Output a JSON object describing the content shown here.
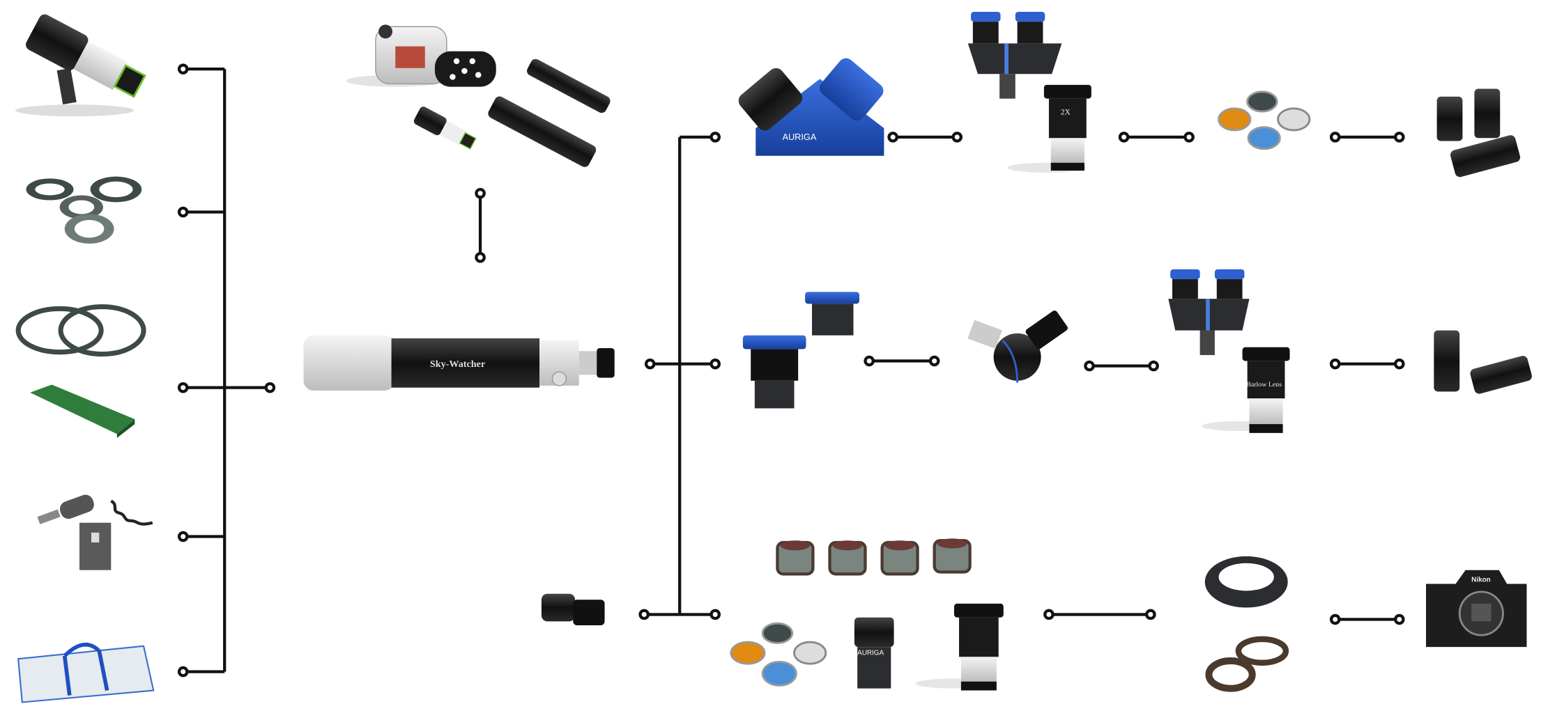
{
  "logos": {
    "sky_watcher": "Sky-Watcher",
    "auriga": "AURIGA",
    "barlow_2x": "2X",
    "barlow_label": "Barlow Lens",
    "nikon": "Nikon"
  },
  "colors": {
    "connector": "#111111",
    "accent_blue": "#1f4fc0",
    "dovetail_green": "#2f7d3a",
    "filter_orange": "#e08a12",
    "filter_blue": "#4a8fd8"
  }
}
